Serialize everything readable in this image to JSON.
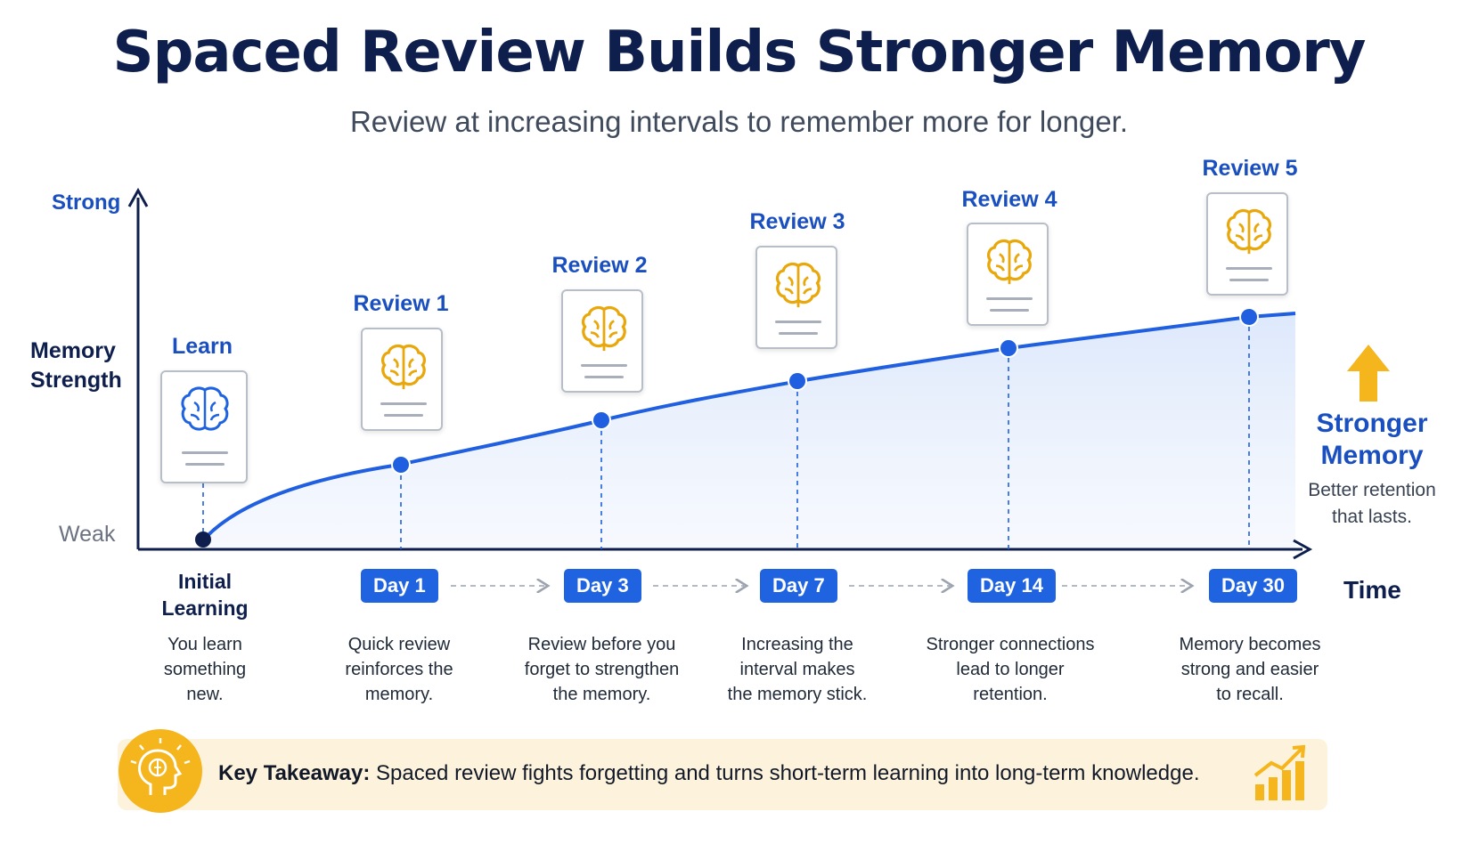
{
  "title": "Spaced Review Builds Stronger Memory",
  "subtitle": "Review at increasing intervals to remember more for longer.",
  "axis": {
    "y_top": "Strong",
    "y_label_line1": "Memory",
    "y_label_line2": "Strength",
    "y_bottom": "Weak",
    "x_label": "Time"
  },
  "colors": {
    "accent": "#1f63e0",
    "title": "#0e1f4d",
    "brain_learn": "#1f63e0",
    "brain_review": "#e8a80c",
    "takeaway_bg": "#fdf3dc",
    "arrow": "#f5b51c"
  },
  "learn": {
    "title": "Learn",
    "label_line1": "Initial",
    "label_line2": "Learning",
    "desc": [
      "You learn",
      "something",
      "new."
    ],
    "icon": "brain-icon"
  },
  "reviews": [
    {
      "title": "Review 1",
      "day": "Day 1",
      "desc": [
        "Quick review",
        "reinforces the",
        "memory."
      ]
    },
    {
      "title": "Review 2",
      "day": "Day 3",
      "desc": [
        "Review before you",
        "forget to strengthen",
        "the memory."
      ]
    },
    {
      "title": "Review 3",
      "day": "Day 7",
      "desc": [
        "Increasing the",
        "interval makes",
        "the memory stick."
      ]
    },
    {
      "title": "Review 4",
      "day": "Day 14",
      "desc": [
        "Stronger connections",
        "lead to longer",
        "retention."
      ]
    },
    {
      "title": "Review 5",
      "day": "Day 30",
      "desc": [
        "Memory becomes",
        "strong and easier",
        "to recall."
      ]
    }
  ],
  "side": {
    "title_line1": "Stronger",
    "title_line2": "Memory",
    "desc_line1": "Better retention",
    "desc_line2": "that lasts.",
    "icon": "up-arrow-icon"
  },
  "takeaway": {
    "label": "Key Takeaway:",
    "text": "Spaced review fights forgetting and turns short-term learning into long-term knowledge.",
    "left_icon": "lightbulb-head-icon",
    "right_icon": "growth-chart-icon"
  }
}
